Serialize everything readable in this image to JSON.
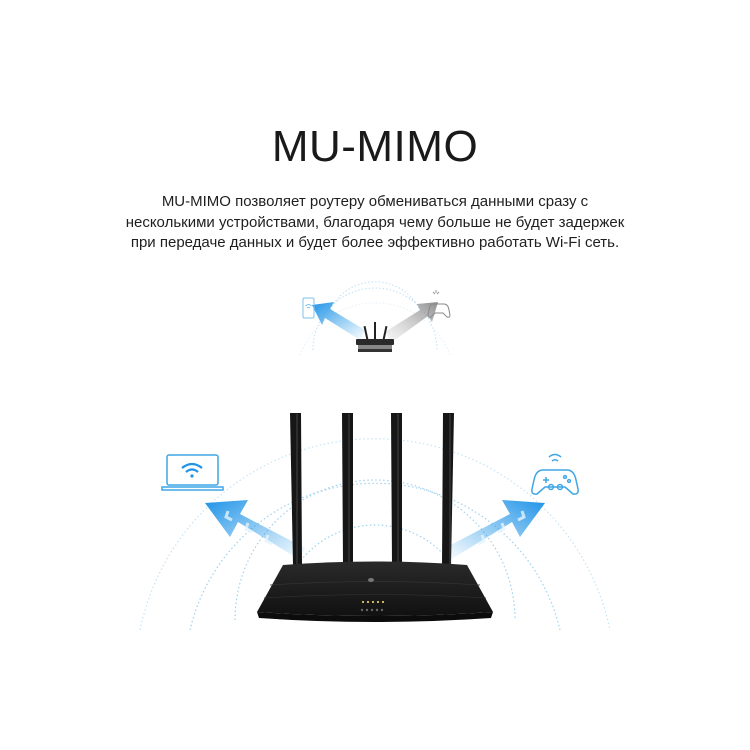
{
  "title": "MU-MIMO",
  "description": [
    "MU-MIMO позволяет роутеру обмениваться данными сразу с",
    "несколькими устройствами, благодаря чему больше не будет задержек",
    "при передаче данных и будет более эффективно работать Wi-Fi сеть."
  ],
  "colors": {
    "accent": "#2a9be6",
    "router": "#1b1b1b",
    "grey_arrow": "#9a9a9a"
  },
  "icons": [
    "phone-wifi-icon",
    "gamepad-icon",
    "laptop-wifi-icon",
    "router-icon"
  ]
}
